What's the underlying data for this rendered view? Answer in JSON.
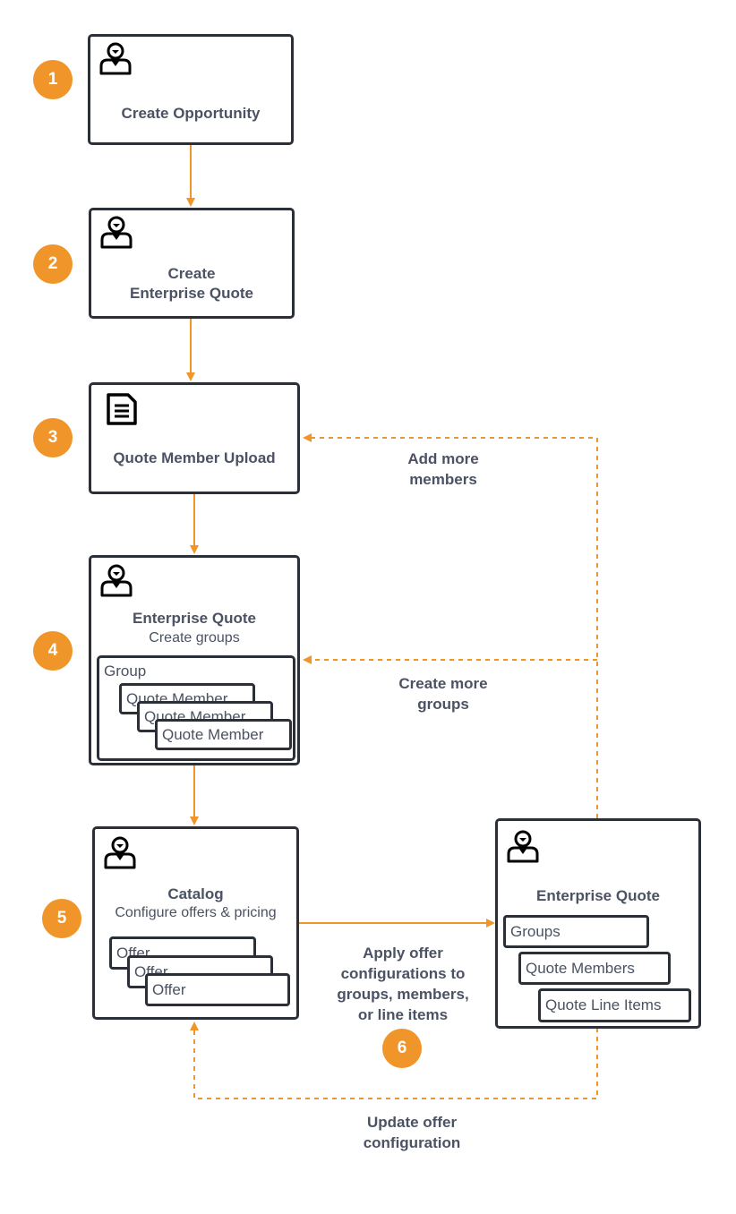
{
  "colors": {
    "accent": "#f0952a",
    "stroke": "#2b2f38",
    "text": "#4b5263"
  },
  "steps": [
    {
      "number": "1",
      "title": "Create Opportunity",
      "icon": "person-icon"
    },
    {
      "number": "2",
      "title_line1": "Create",
      "title_line2": "Enterprise Quote",
      "icon": "person-icon"
    },
    {
      "number": "3",
      "title": "Quote Member Upload",
      "icon": "document-icon"
    },
    {
      "number": "4",
      "title": "Enterprise Quote",
      "subtitle": "Create groups",
      "icon": "person-icon",
      "group_label": "Group",
      "members": [
        "Quote Member",
        "Quote Member",
        "Quote Member"
      ]
    },
    {
      "number": "5",
      "title": "Catalog",
      "subtitle": "Configure offers & pricing",
      "icon": "person-icon",
      "offers": [
        "Offer",
        "Offer",
        "Offer"
      ]
    },
    {
      "number": "6"
    }
  ],
  "enterprise_quote": {
    "title": "Enterprise Quote",
    "icon": "person-icon",
    "items": [
      "Groups",
      "Quote Members",
      "Quote Line Items"
    ]
  },
  "annotations": {
    "add_members_1": "Add more",
    "add_members_2": "members",
    "create_groups_1": "Create more",
    "create_groups_2": "groups",
    "apply_1": "Apply offer",
    "apply_2": "configurations to",
    "apply_3": "groups, members,",
    "apply_4": "or line items",
    "update_1": "Update offer",
    "update_2": "configuration"
  }
}
